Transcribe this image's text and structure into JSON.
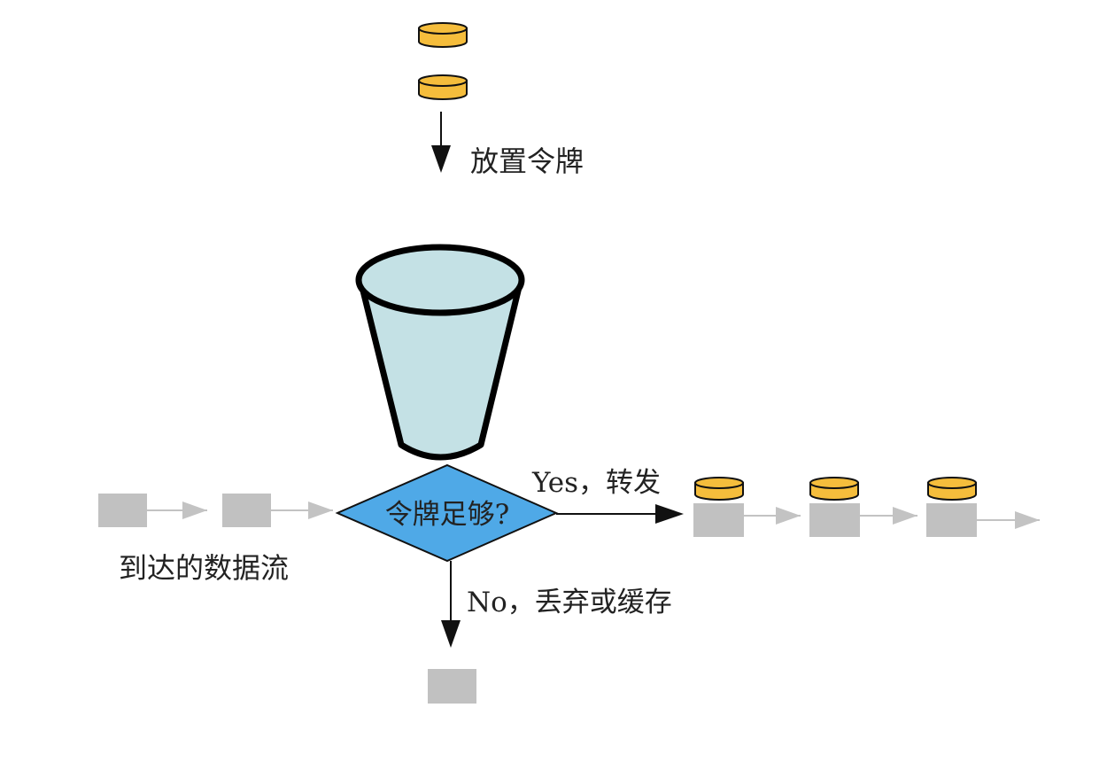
{
  "labels": {
    "place_tokens": "放置令牌",
    "decision": "令牌足够?",
    "yes_forward": "Yes，转发",
    "no_drop": "No，丢弃或缓存",
    "arriving_stream": "到达的数据流"
  },
  "colors": {
    "token_fill": "#f5bd3c",
    "token_stroke": "#111111",
    "bucket_fill": "#c4e1e5",
    "diamond_fill": "#4fa9e7",
    "packet_fill": "#c1c1c1",
    "light_arrow": "#c3c3c3",
    "dark_arrow": "#111111"
  }
}
